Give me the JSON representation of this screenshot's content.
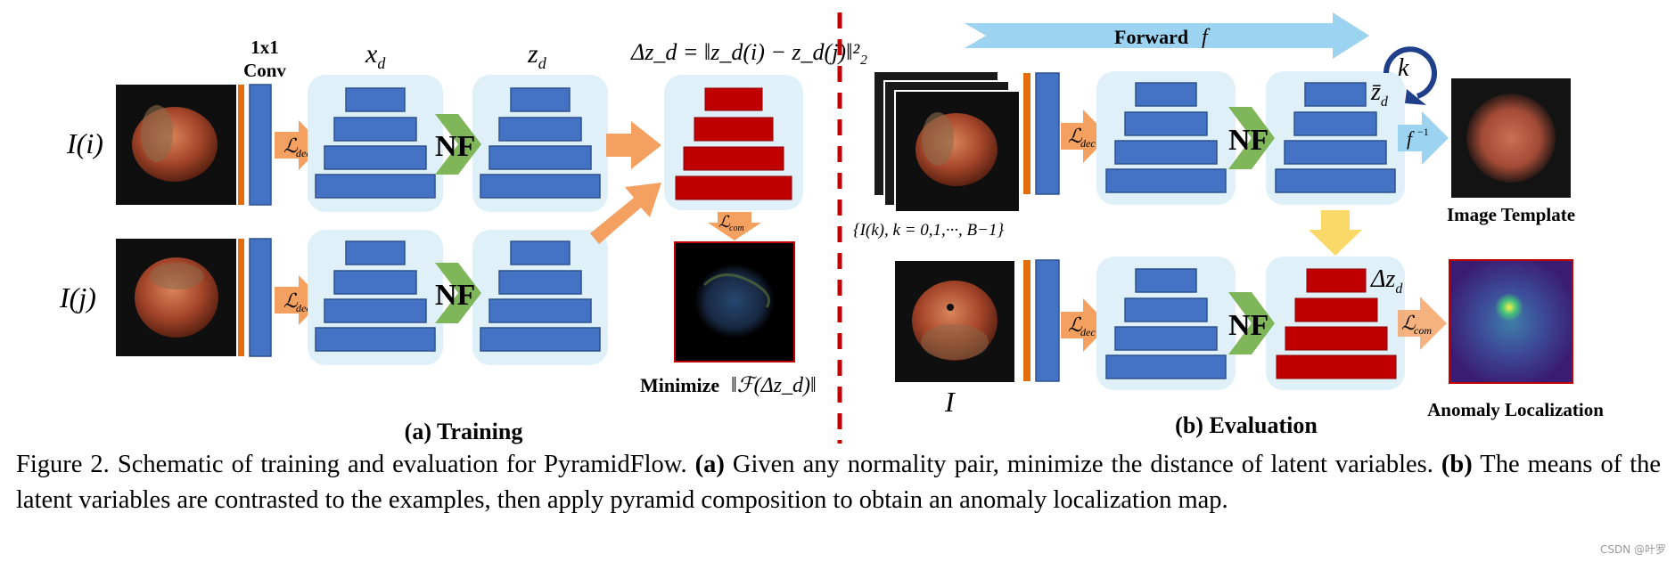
{
  "training": {
    "conv_label_line1": "1x1",
    "conv_label_line2": "Conv",
    "input_i": "I(i)",
    "input_j": "I(j)",
    "xd": "x",
    "xd_sub": "d",
    "zd": "z",
    "zd_sub": "d",
    "loss_dec": "ℒ",
    "loss_dec_sub": "dec",
    "nf": "NF",
    "delta_eq": "Δz_d = ‖z_d(i) − z_d(j)‖²₂",
    "loss_com": "ℒ",
    "loss_com_sub": "com",
    "minimize_label": "Minimize",
    "minimize_expr": "‖ℱ(Δz_d)‖",
    "title": "(a) Training"
  },
  "evaluation": {
    "forward_label": "Forward",
    "forward_symbol": "f",
    "k_label": "k",
    "zbar": "z̄",
    "zbar_sub": "d",
    "finv": "f",
    "finv_sup": "−1",
    "set_label": "{I(k), k = 0,1,···, B−1}",
    "input_label": "I",
    "delta_zd": "Δz",
    "delta_zd_sub": "d",
    "loss_dec": "ℒ",
    "loss_dec_sub": "dec",
    "loss_com": "ℒ",
    "loss_com_sub": "com",
    "nf": "NF",
    "template_label": "Image Template",
    "anomaly_label": "Anomaly Localization",
    "title": "(b) Evaluation"
  },
  "caption": {
    "figure_label": "Figure 2.",
    "text_intro": "Schematic of training and evaluation for PyramidFlow.",
    "part_a": "(a)",
    "text_a": "Given any normality pair, minimize the distance of latent variables.",
    "part_b": "(b)",
    "text_b": "The means of the latent variables are contrasted to the examples, then apply pyramid composition to obtain an anomaly localization map."
  },
  "watermark": "CSDN @叶罗",
  "colors": {
    "block_blue": "#4472c4",
    "block_red": "#c00000",
    "panel_bg": "#dff0f9",
    "arrow_orange": "#f4a060",
    "nf_green": "#7fb65a",
    "conv_orange": "#e46c0a",
    "forward_blue": "#9bd3f0",
    "divider_red": "#c00000",
    "down_yellow": "#fbd968"
  }
}
